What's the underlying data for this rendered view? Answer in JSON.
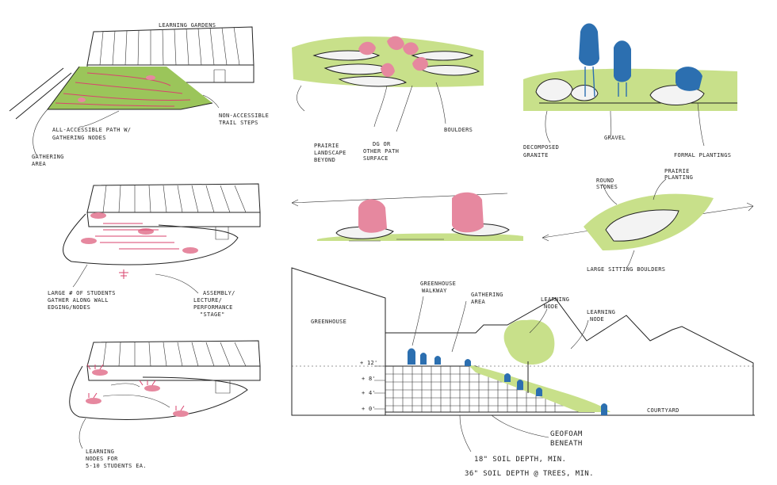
{
  "panels": {
    "p1": {
      "title": "LEARNING GARDENS",
      "labels": [
        "ALL-ACCESSIBLE PATH W/",
        "GATHERING NODES",
        "NON-ACCESSIBLE",
        "TRAIL STEPS",
        "GATHERING",
        "AREA"
      ]
    },
    "p2": {
      "labels": [
        "PRAIRIE",
        "LANDSCAPE",
        "BEYOND",
        "DG OR",
        "OTHER PATH",
        "SURFACE",
        "BOULDERS"
      ]
    },
    "p3": {
      "labels": [
        "GRAVEL",
        "DECOMPOSED",
        "GRANITE",
        "FORMAL PLANTINGS"
      ]
    },
    "p4": {
      "labels": [
        "LARGE # OF STUDENTS",
        "GATHER ALONG WALL",
        "EDGING/NODES",
        "ASSEMBLY/",
        "LECTURE/",
        "PERFORMANCE",
        "\"STAGE\""
      ]
    },
    "p6": {
      "labels": [
        "ROUND",
        "STONES",
        "PRAIRIE",
        "PLANTING",
        "LARGE SITTING BOULDERS"
      ]
    },
    "p7": {
      "labels": [
        "LEARNING",
        "NODES FOR",
        "5-10 STUDENTS EA."
      ]
    },
    "p8": {
      "labels": [
        "GREENHOUSE",
        "GREENHOUSE",
        "WALKWAY",
        "GATHERING",
        "AREA",
        "LEARNING",
        "NODE",
        "LEARNING",
        "NODE",
        "COURTYARD",
        "GEOFOAM",
        "BENEATH",
        "18\" SOIL DEPTH, MIN.",
        "36\" SOIL DEPTH @ TREES, MIN."
      ],
      "elevations": [
        "+ 12'",
        "+ 8'",
        "+ 4'",
        "+ 0'"
      ]
    }
  },
  "colors": {
    "ink": "#222222",
    "grass": "#9bc55a",
    "grass_light": "#c8e08a",
    "pink": "#e6889f",
    "pink_line": "#d9436e",
    "figure_blue": "#2c6fb0"
  }
}
